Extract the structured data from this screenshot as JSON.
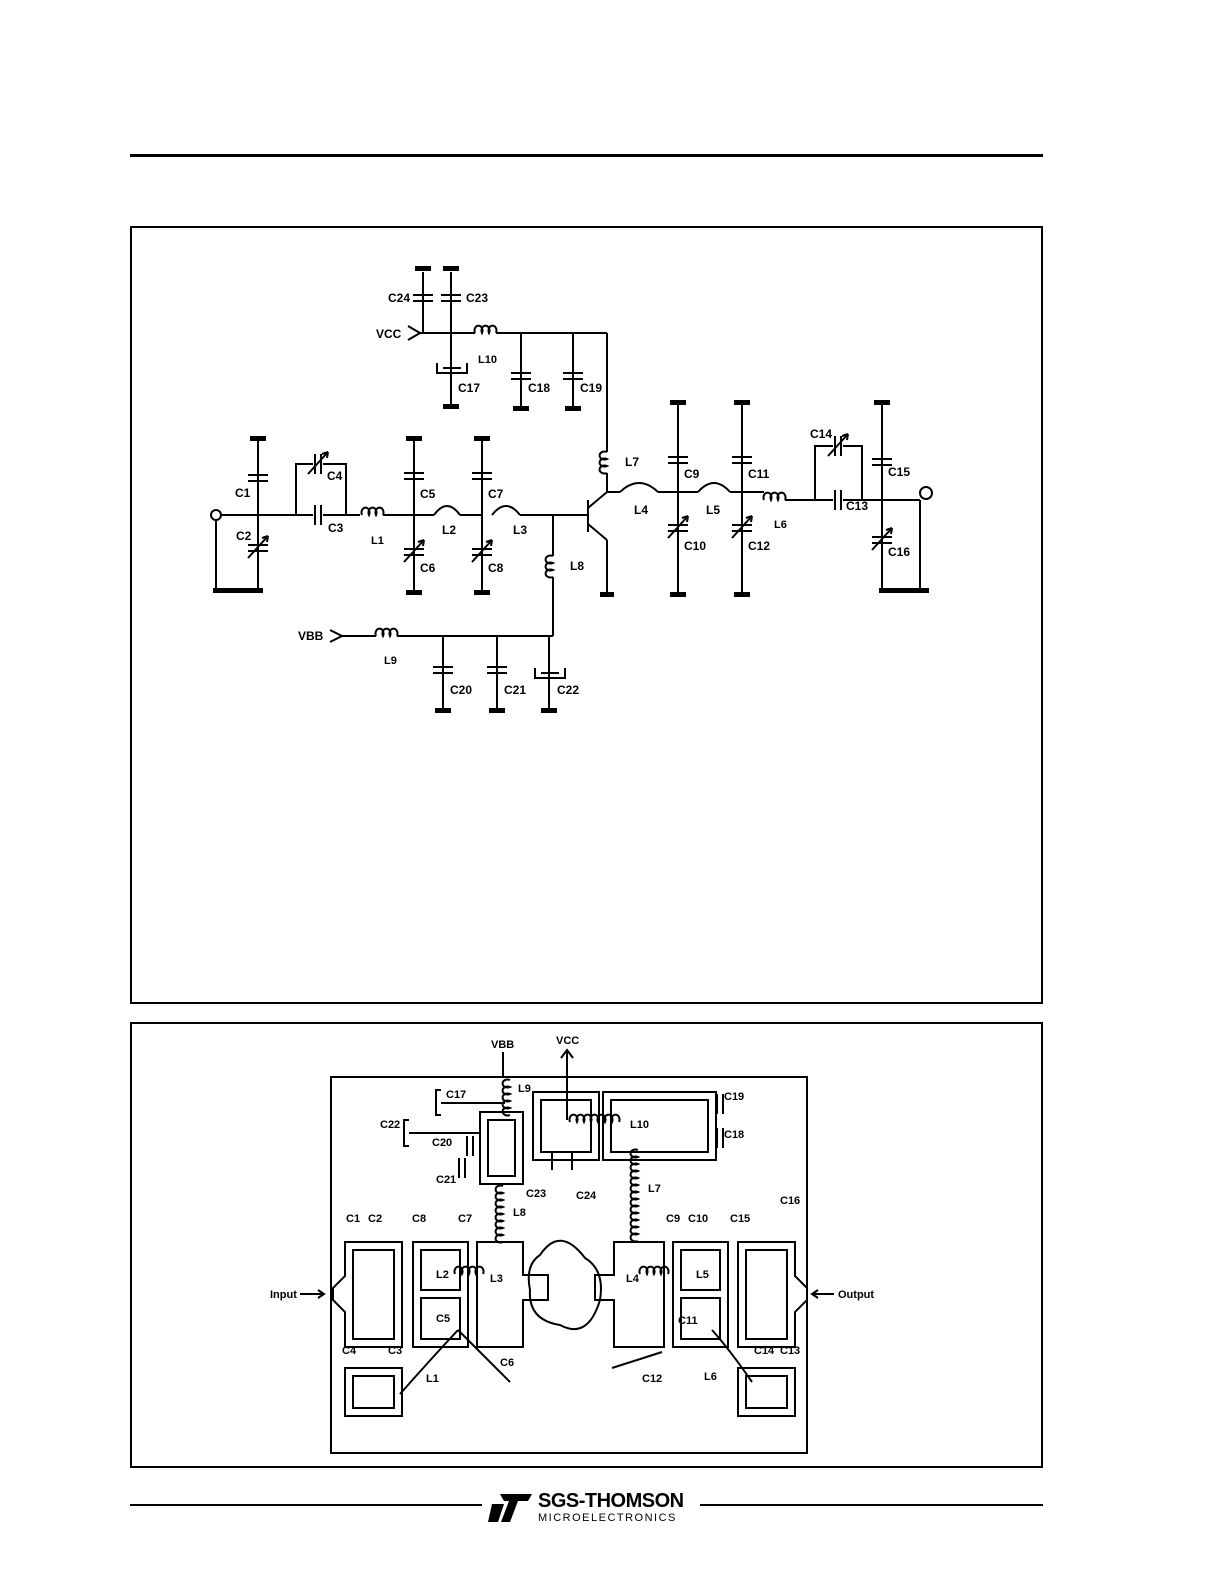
{
  "schematic": {
    "labels": {
      "vcc": "VCC",
      "vbb": "VBB",
      "c1": "C1",
      "c2": "C2",
      "c3": "C3",
      "c4": "C4",
      "c5": "C5",
      "c6": "C6",
      "c7": "C7",
      "c8": "C8",
      "c9": "C9",
      "c10": "C10",
      "c11": "C11",
      "c12": "C12",
      "c13": "C13",
      "c14": "C14",
      "c15": "C15",
      "c16": "C16",
      "c17": "C17",
      "c18": "C18",
      "c19": "C19",
      "c20": "C20",
      "c21": "C21",
      "c22": "C22",
      "c23": "C23",
      "c24": "C24",
      "l1": "L1",
      "l2": "L2",
      "l3": "L3",
      "l4": "L4",
      "l5": "L5",
      "l6": "L6",
      "l7": "L7",
      "l8": "L8",
      "l9": "L9",
      "l10": "L10"
    }
  },
  "layout": {
    "labels": {
      "vbb": "VBB",
      "vcc": "VCC",
      "input": "Input",
      "output": "Output",
      "c1": "C1",
      "c2": "C2",
      "c3": "C3",
      "c4": "C4",
      "c5": "C5",
      "c6": "C6",
      "c7": "C7",
      "c8": "C8",
      "c9": "C9",
      "c10": "C10",
      "c11": "C11",
      "c12": "C12",
      "c13": "C13",
      "c14": "C14",
      "c15": "C15",
      "c16": "C16",
      "c17": "C17",
      "c18": "C18",
      "c19": "C19",
      "c20": "C20",
      "c21": "C21",
      "c22": "C22",
      "c23": "C23",
      "c24": "C24",
      "l1": "L1",
      "l2": "L2",
      "l3": "L3",
      "l4": "L4",
      "l5": "L5",
      "l6": "L6",
      "l7": "L7",
      "l8": "L8",
      "l9": "L9",
      "l10": "L10"
    }
  },
  "footer": {
    "brand": "SGS-THOMSON",
    "sub": "MICROELECTRONICS",
    "logo_icon": "st-logo-icon"
  }
}
